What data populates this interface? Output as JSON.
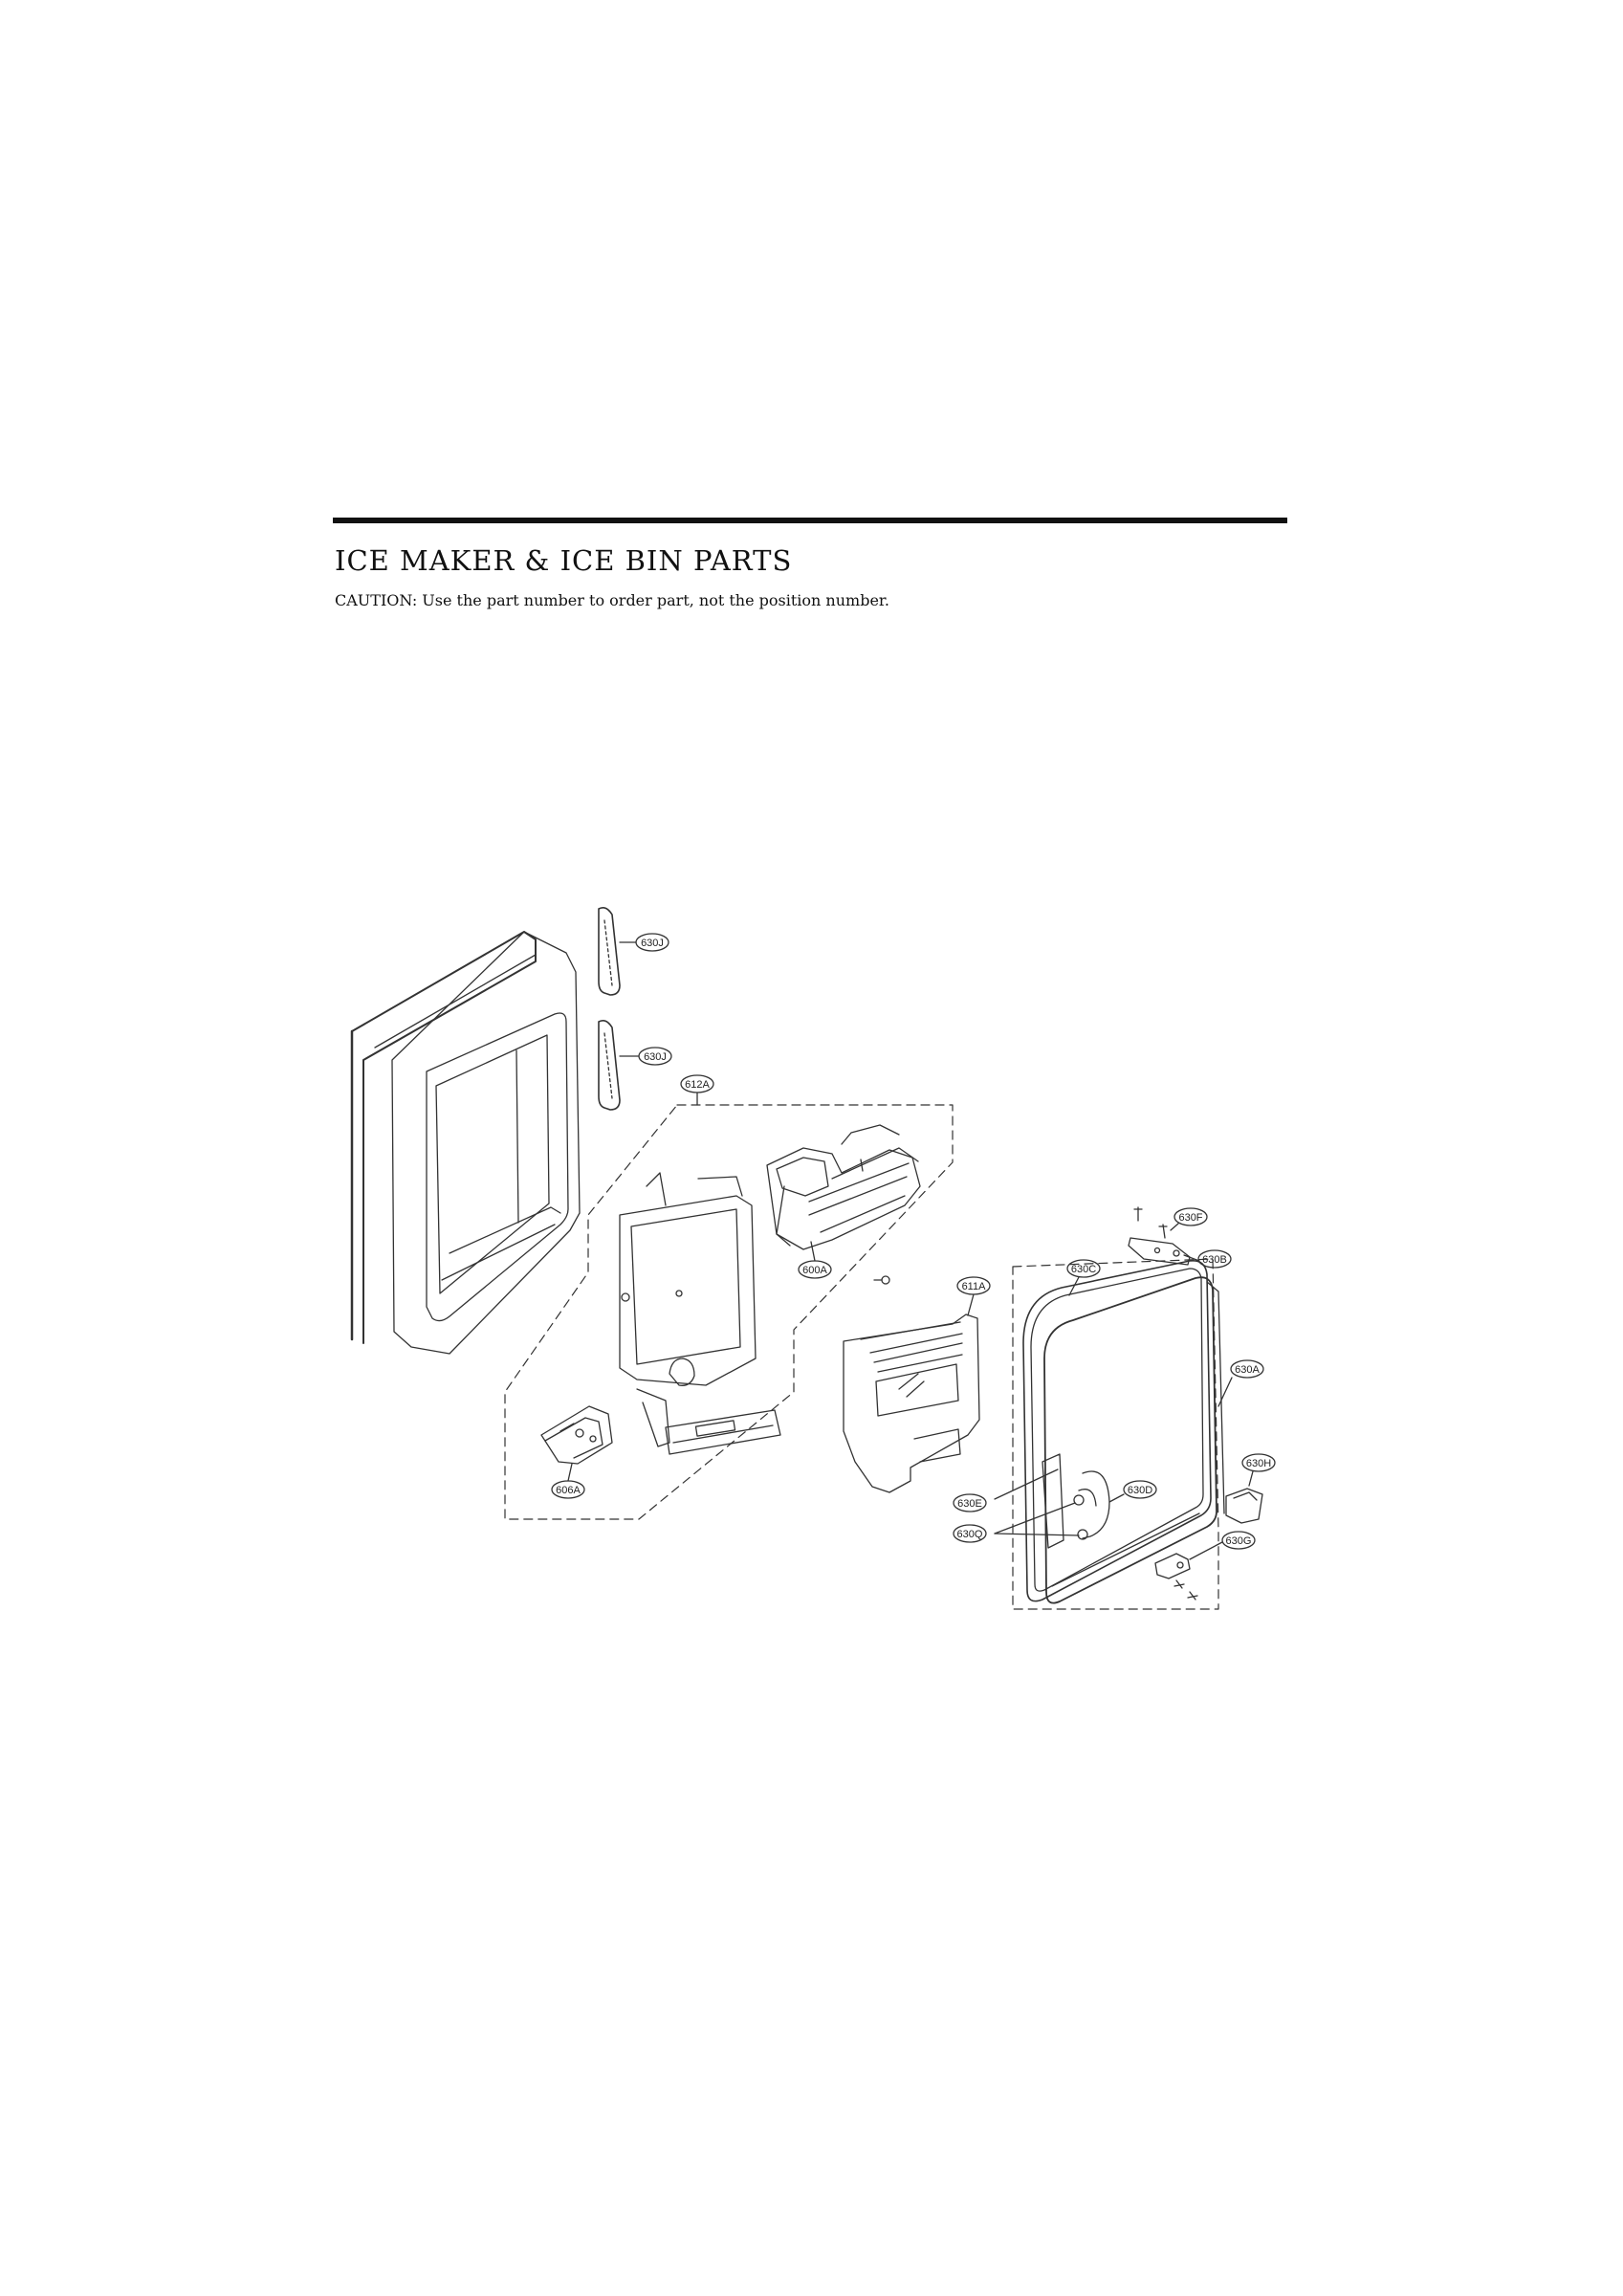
{
  "header": {
    "title": "ICE MAKER & ICE BIN PARTS",
    "caution": "CAUTION: Use the part number to order part, not the position number."
  },
  "callouts": {
    "c630J_top": "630J",
    "c630J_bottom": "630J",
    "c612A": "612A",
    "c600A": "600A",
    "c611A": "611A",
    "c606A": "606A",
    "c630F": "630F",
    "c630B": "630B",
    "c630C": "630C",
    "c630A": "630A",
    "c630H": "630H",
    "c630D": "630D",
    "c630E": "630E",
    "c630Q": "630Q",
    "c630G": "630G"
  }
}
